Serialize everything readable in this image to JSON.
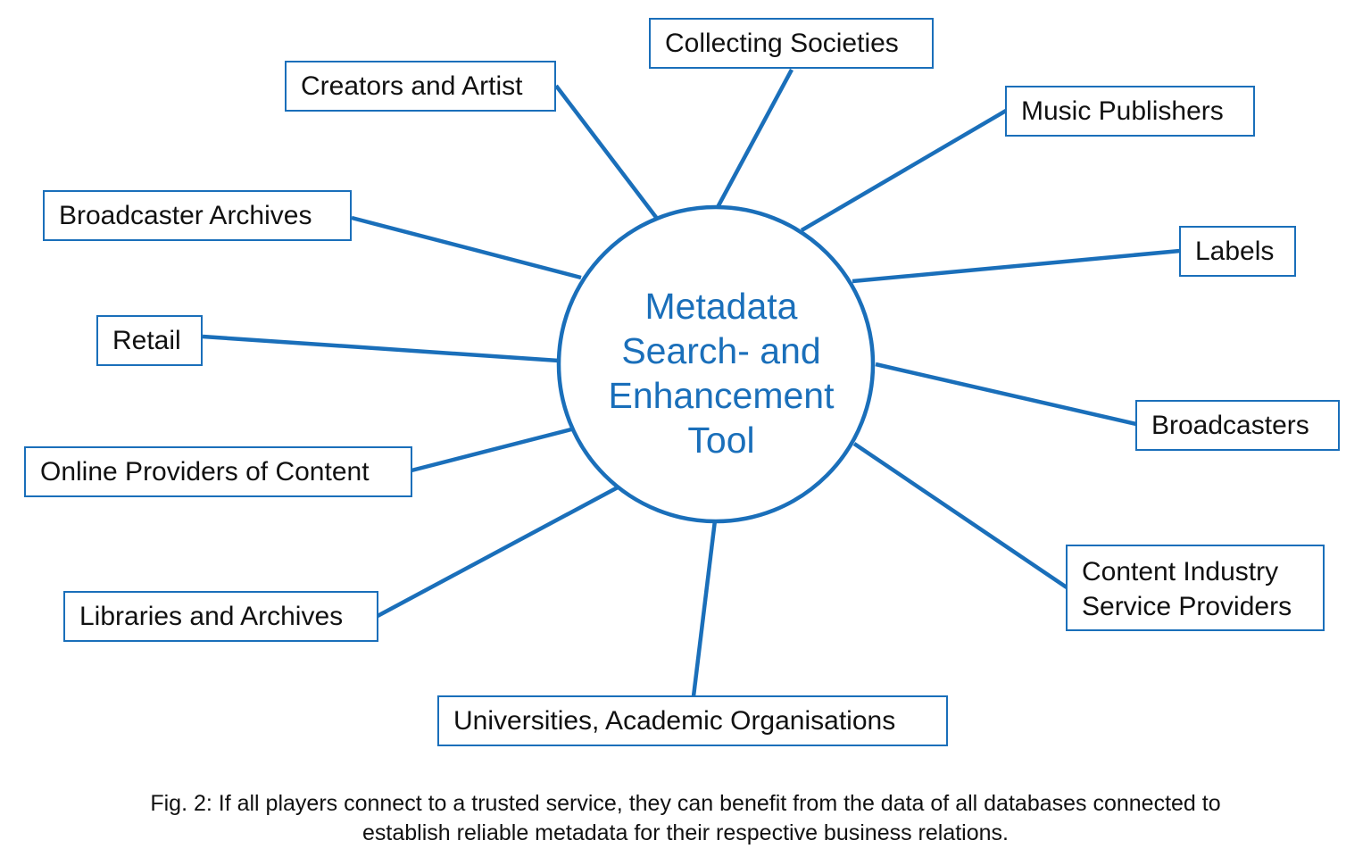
{
  "diagram": {
    "center": {
      "lines": [
        "Metadata",
        "Search- and",
        "Enhancement",
        "Tool"
      ]
    },
    "nodes": [
      {
        "id": "collecting-societies",
        "label": "Collecting Societies"
      },
      {
        "id": "creators-and-artist",
        "label": "Creators and Artist"
      },
      {
        "id": "music-publishers",
        "label": "Music Publishers"
      },
      {
        "id": "broadcaster-archives",
        "label": "Broadcaster Archives"
      },
      {
        "id": "labels",
        "label": "Labels"
      },
      {
        "id": "retail",
        "label": "Retail"
      },
      {
        "id": "broadcasters",
        "label": "Broadcasters"
      },
      {
        "id": "online-providers",
        "label": "Online Providers of Content"
      },
      {
        "id": "content-industry",
        "label": "Content Industry",
        "label_line2": "Service Providers"
      },
      {
        "id": "libraries-archives",
        "label": "Libraries and Archives"
      },
      {
        "id": "universities",
        "label": "Universities, Academic Organisations"
      }
    ],
    "colors": {
      "accent": "#1a6fba",
      "text": "#111111",
      "background": "#ffffff"
    }
  },
  "caption": {
    "line1": "Fig. 2: If all players connect to a trusted service, they can benefit from the data of all databases connected to",
    "line2": "establish reliable metadata for their respective business relations."
  }
}
